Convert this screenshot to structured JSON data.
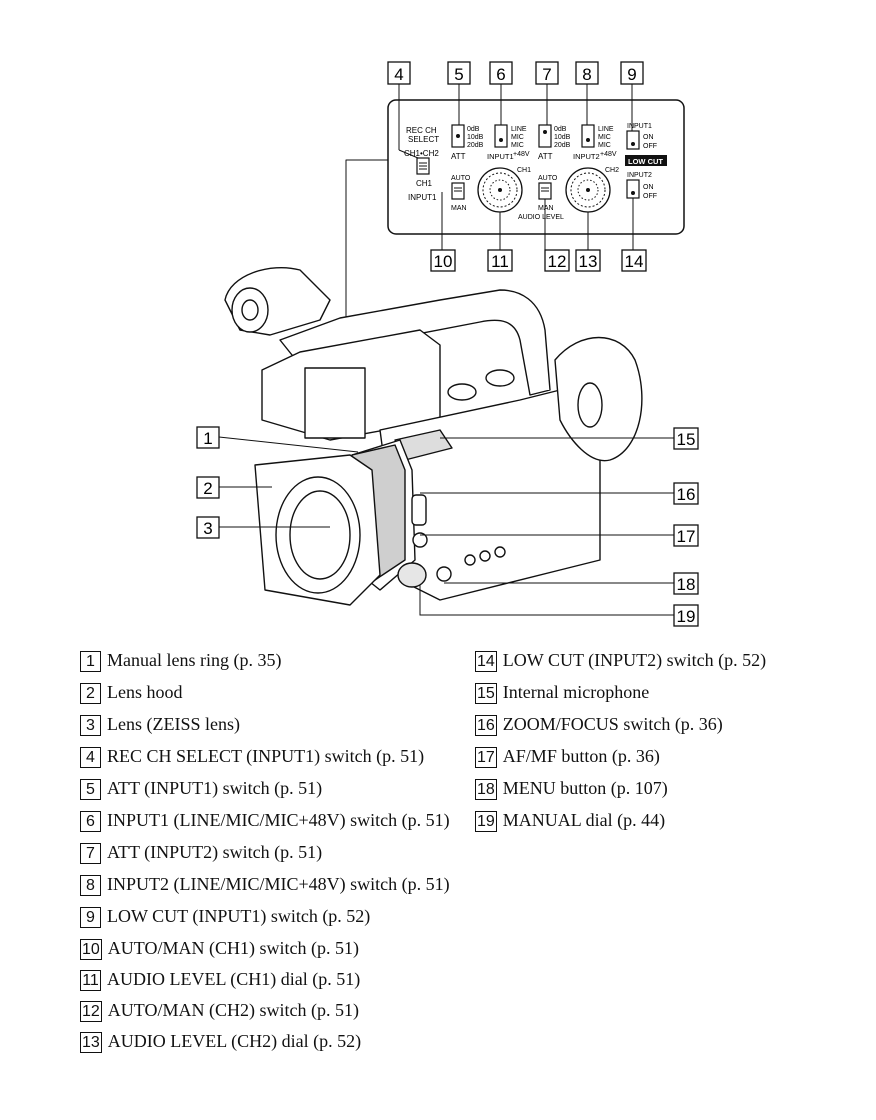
{
  "panel": {
    "rec_ch_select": [
      "REC CH",
      "SELECT"
    ],
    "ch1_ch2": "CH1•CH2",
    "ch1": "CH1",
    "input1": "INPUT1",
    "att": "ATT",
    "att_levels": [
      "0dB",
      "10dB",
      "20dB"
    ],
    "input_modes": [
      "LINE",
      "MIC",
      "MIC"
    ],
    "plus48v": "+48V",
    "input1_label": "INPUT1",
    "input2_label": "INPUT2",
    "auto": "AUTO",
    "man": "MAN",
    "ch1_dial": "CH1",
    "ch2_dial": "CH2",
    "audio_level": "AUDIO LEVEL",
    "low_cut": "LOW CUT",
    "on": "ON",
    "off": "OFF",
    "input1_top": "INPUT1",
    "input2_mid": "INPUT2"
  },
  "callouts": {
    "c1": "1",
    "c2": "2",
    "c3": "3",
    "c4": "4",
    "c5": "5",
    "c6": "6",
    "c7": "7",
    "c8": "8",
    "c9": "9",
    "c10": "10",
    "c11": "11",
    "c12": "12",
    "c13": "13",
    "c14": "14",
    "c15": "15",
    "c16": "16",
    "c17": "17",
    "c18": "18",
    "c19": "19"
  },
  "legend_left": [
    {
      "num": "1",
      "text": "Manual lens ring (p. 35)"
    },
    {
      "num": "2",
      "text": "Lens hood"
    },
    {
      "num": "3",
      "text": "Lens (ZEISS lens)"
    },
    {
      "num": "4",
      "text": "REC CH SELECT (INPUT1) switch (p. 51)"
    },
    {
      "num": "5",
      "text": "ATT (INPUT1) switch (p. 51)"
    },
    {
      "num": "6",
      "text": "INPUT1 (LINE/MIC/MIC+48V) switch (p. 51)"
    },
    {
      "num": "7",
      "text": "ATT (INPUT2) switch (p. 51)"
    },
    {
      "num": "8",
      "text": "INPUT2 (LINE/MIC/MIC+48V) switch (p. 51)"
    },
    {
      "num": "9",
      "text": "LOW CUT (INPUT1) switch (p. 52)"
    },
    {
      "num": "10",
      "text": "AUTO/MAN (CH1) switch (p. 51)"
    },
    {
      "num": "11",
      "text": "AUDIO LEVEL (CH1) dial (p. 51)"
    },
    {
      "num": "12",
      "text": "AUTO/MAN (CH2) switch (p. 51)"
    },
    {
      "num": "13",
      "text": "AUDIO LEVEL (CH2) dial (p. 52)"
    }
  ],
  "legend_right": [
    {
      "num": "14",
      "text": "LOW CUT (INPUT2) switch (p. 52)"
    },
    {
      "num": "15",
      "text": "Internal microphone"
    },
    {
      "num": "16",
      "text": "ZOOM/FOCUS switch (p. 36)"
    },
    {
      "num": "17",
      "text": "AF/MF button (p. 36)"
    },
    {
      "num": "18",
      "text": "MENU button (p. 107)"
    },
    {
      "num": "19",
      "text": "MANUAL dial (p. 44)"
    }
  ]
}
